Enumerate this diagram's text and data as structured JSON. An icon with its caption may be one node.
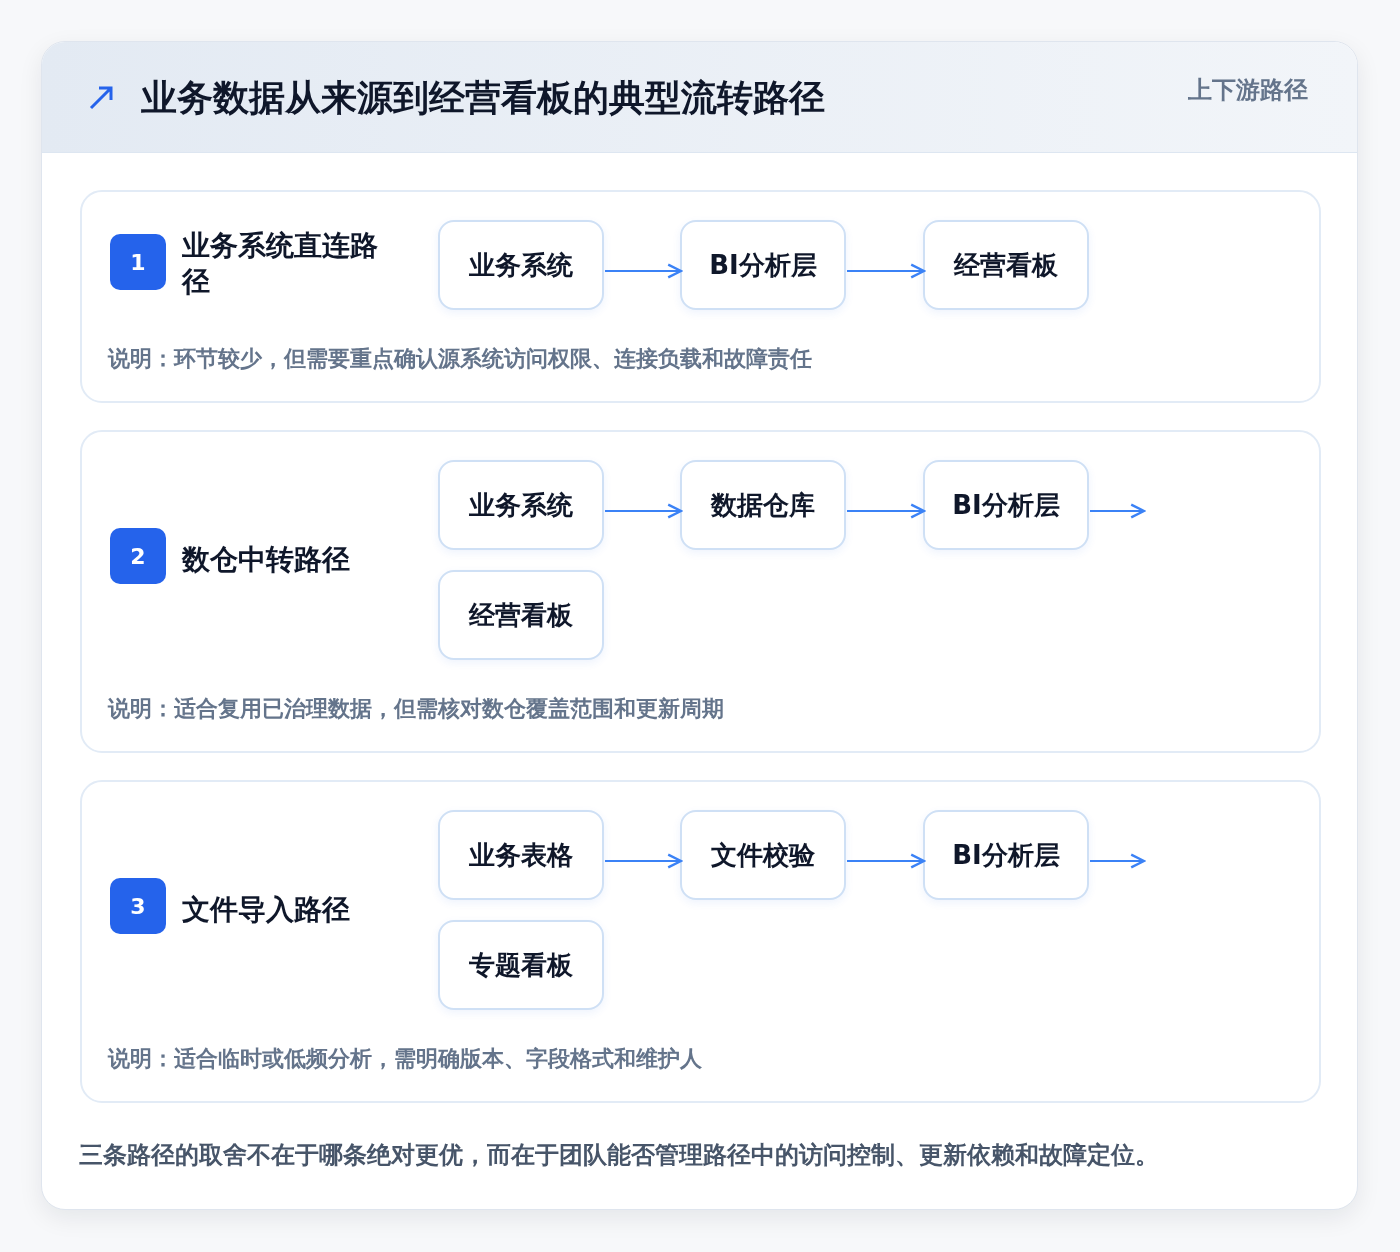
{
  "diagram": {
    "title": "业务数据从来源到经营看板的典型流转路径",
    "nodes": [
      {
        "text": [
          "业务系统直连路径",
          "说明：环节较少，但需要重点确认源系统访问权限、连接负载和故障责任"
        ]
      },
      {
        "text": [
          "1"
        ],
        "in": 0
      },
      {
        "text": [
          "业务系统"
        ],
        "in": 0
      },
      {
        "text": [
          "BI分析层"
        ],
        "in": 0
      },
      {
        "text": [
          "经营看板"
        ],
        "in": 0
      },
      {
        "text": [
          "数仓中转路径",
          "说明：适合复用已治理数据，但需核对数仓覆盖范围和更新周期"
        ]
      },
      {
        "text": [
          "2"
        ],
        "in": 5
      },
      {
        "text": [
          "业务系统"
        ],
        "in": 5
      },
      {
        "text": [
          "数据仓库"
        ],
        "in": 5
      },
      {
        "text": [
          "BI分析层"
        ],
        "in": 5
      },
      {
        "text": [
          "经营看板"
        ],
        "in": 5
      },
      {
        "text": [
          "文件导入路径",
          "说明：适合临时或低频分析，需明确版本、字段格式和维护人"
        ]
      },
      {
        "text": [
          "3"
        ],
        "in": 11
      },
      {
        "text": [
          "业务表格"
        ],
        "in": 11
      },
      {
        "text": [
          "文件校验"
        ],
        "in": 11
      },
      {
        "text": [
          "BI分析层"
        ],
        "in": 11
      },
      {
        "text": [
          "专题看板"
        ],
        "in": 11
      }
    ],
    "edges": [
      {
        "from": 2,
        "to": 3,
        "arrow": "to"
      },
      {
        "from": 3,
        "to": 4,
        "arrow": "to"
      },
      {
        "from": 7,
        "to": 8,
        "arrow": "to"
      },
      {
        "from": 8,
        "to": 9,
        "arrow": "to"
      },
      {
        "from": 9,
        "to": null,
        "arrow": "to"
      },
      {
        "from": 13,
        "to": 14,
        "arrow": "to"
      },
      {
        "from": 14,
        "to": 15,
        "arrow": "to"
      },
      {
        "from": 15,
        "to": null,
        "arrow": "to"
      }
    ],
    "labels": [
      "上下游路径",
      "三条路径的取舍不在于哪条绝对更优，而在于团队能否管理路径中的访问控制、更新依赖和故障定位。"
    ]
  }
}
